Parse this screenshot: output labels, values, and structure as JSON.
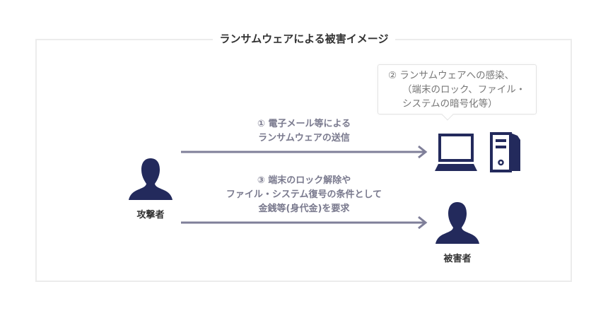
{
  "diagram": {
    "title": "ランサムウェアによる被害イメージ",
    "colors": {
      "icon": "#232a5c",
      "arrow": "#7f7f99",
      "frame": "#ececec",
      "label": "#7a7a8e"
    },
    "actors": {
      "attacker": {
        "label": "攻撃者",
        "icon": "person-icon"
      },
      "victim": {
        "label": "被害者",
        "icon": "person-icon"
      },
      "devices": [
        {
          "name": "laptop",
          "icon": "laptop-icon"
        },
        {
          "name": "desktop-tower",
          "icon": "desktop-tower-icon"
        }
      ]
    },
    "steps": [
      {
        "lines": [
          "① 電子メール等による",
          "ランサムウェアの送信"
        ]
      },
      {
        "lines": [
          "② ランサムウェアへの感染、",
          "（端末のロック、ファイル・",
          "システムの暗号化等）"
        ]
      },
      {
        "lines": [
          "③ 端末のロック解除や",
          "ファイル・システム復号の条件として",
          "金銭等(身代金)を要求"
        ]
      }
    ]
  }
}
